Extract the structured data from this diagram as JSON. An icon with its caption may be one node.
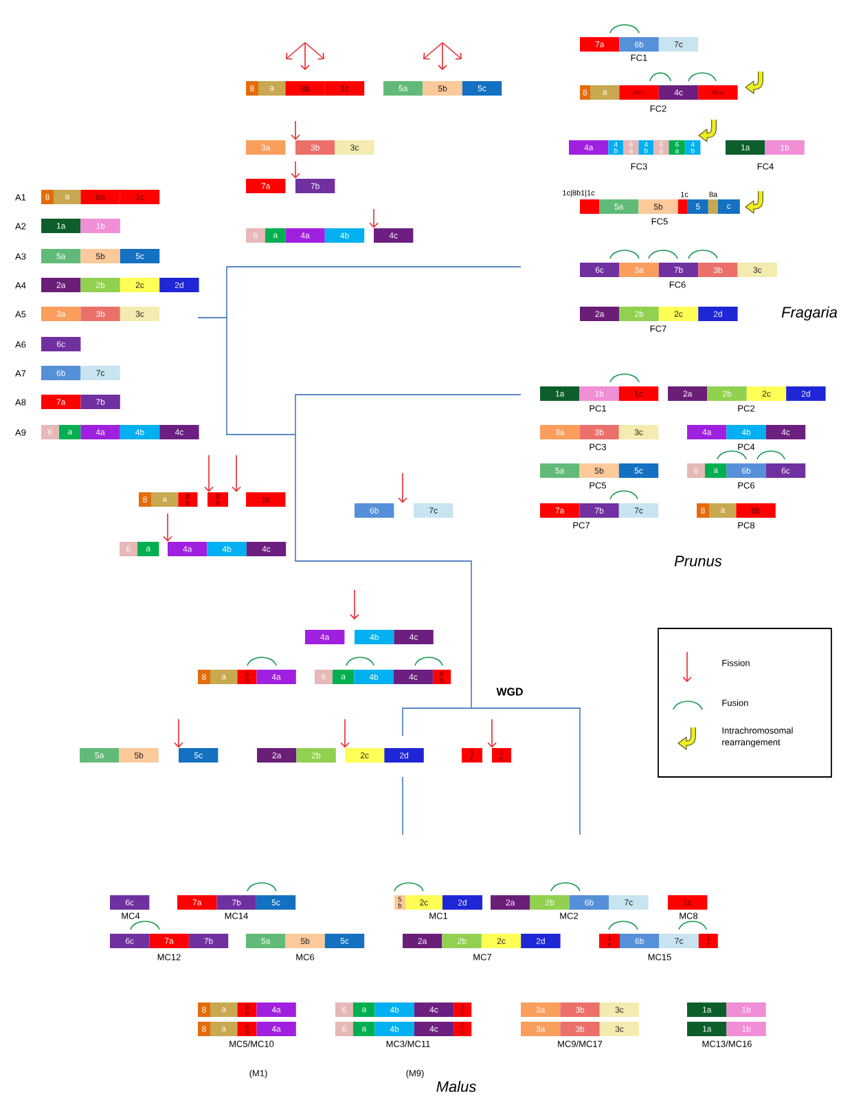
{
  "diagram": {
    "nodes": [
      {
        "text": [
          "8",
          "a",
          "8b",
          "1c"
        ]
      },
      {
        "text": [
          "5a",
          "5b",
          "5c"
        ]
      },
      {
        "text": [
          "3a"
        ]
      },
      {
        "text": [
          "3b",
          "3c"
        ]
      },
      {
        "text": [
          "7a"
        ]
      },
      {
        "text": [
          "7b"
        ]
      },
      {
        "text": [
          "6",
          "a",
          "4a",
          "4b"
        ]
      },
      {
        "text": [
          "4c"
        ]
      },
      {
        "text": [
          "7a",
          "6b",
          "7c"
        ],
        "beside": [
          "FC1"
        ]
      },
      {
        "text": [
          "8",
          "a",
          "8b/1c",
          "4c",
          "8b/1c"
        ],
        "beside": [
          "FC2"
        ]
      },
      {
        "text": [
          "4a",
          "4 b",
          "6 a",
          "4 b",
          "6 a",
          "6 a",
          "4 b"
        ],
        "beside": [
          "FC3"
        ]
      },
      {
        "text": [
          "1a",
          "1b"
        ],
        "beside": [
          "FC4"
        ]
      },
      {
        "text": [
          "1c|8b1|1c",
          "1c",
          "8a",
          "5a",
          "5b",
          "5",
          "c"
        ],
        "beside": [
          "FC5"
        ]
      },
      {
        "text": [
          "6c",
          "3a",
          "7b",
          "3b",
          "3c"
        ],
        "beside": [
          "FC6"
        ]
      },
      {
        "text": [
          "2a",
          "2b",
          "2c",
          "2d"
        ],
        "beside": [
          "FC7"
        ]
      },
      {
        "text": [
          "8",
          "a",
          "8b",
          "1c"
        ],
        "beside": [
          "A1"
        ]
      },
      {
        "text": [
          "1a",
          "1b"
        ],
        "beside": [
          "A2"
        ]
      },
      {
        "text": [
          "5a",
          "5b",
          "5c"
        ],
        "beside": [
          "A3"
        ]
      },
      {
        "text": [
          "2a",
          "2b",
          "2c",
          "2d"
        ],
        "beside": [
          "A4"
        ]
      },
      {
        "text": [
          "3a",
          "3b",
          "3c"
        ],
        "beside": [
          "A5"
        ]
      },
      {
        "text": [
          "6c"
        ],
        "beside": [
          "A6"
        ]
      },
      {
        "text": [
          "6b",
          "7c"
        ],
        "beside": [
          "A7"
        ]
      },
      {
        "text": [
          "7a",
          "7b"
        ],
        "beside": [
          "A8"
        ]
      },
      {
        "text": [
          "6",
          "a",
          "4a",
          "4b",
          "4c"
        ],
        "beside": [
          "A9"
        ]
      },
      {
        "text": [
          "1a",
          "1b",
          "1c"
        ],
        "beside": [
          "PC1"
        ]
      },
      {
        "text": [
          "2a",
          "2b",
          "2c",
          "2d"
        ],
        "beside": [
          "PC2"
        ]
      },
      {
        "text": [
          "3a",
          "3b",
          "3c"
        ],
        "beside": [
          "PC3"
        ]
      },
      {
        "text": [
          "4a",
          "4b",
          "4c"
        ],
        "beside": [
          "PC4"
        ]
      },
      {
        "text": [
          "5a",
          "5b",
          "5c"
        ],
        "beside": [
          "PC5"
        ]
      },
      {
        "text": [
          "6",
          "a",
          "6b",
          "6c"
        ],
        "beside": [
          "PC6"
        ]
      },
      {
        "text": [
          "7a",
          "7b",
          "7c"
        ],
        "beside": [
          "PC7"
        ]
      },
      {
        "text": [
          "8",
          "a",
          "8b"
        ],
        "beside": [
          "PC8"
        ]
      },
      {
        "text": [
          "8",
          "a",
          "8 b"
        ]
      },
      {
        "text": [
          "8 b"
        ]
      },
      {
        "text": [
          "1c"
        ]
      },
      {
        "text": [
          "6b"
        ]
      },
      {
        "text": [
          "7c"
        ]
      },
      {
        "text": [
          "6",
          "a"
        ]
      },
      {
        "text": [
          "4a",
          "4b",
          "4c"
        ]
      },
      {
        "text": [
          "4a"
        ]
      },
      {
        "text": [
          "4b",
          "4c"
        ]
      },
      {
        "text": [
          "8",
          "a",
          "8 b",
          "4a"
        ]
      },
      {
        "text": [
          "6",
          "a",
          "4b",
          "4c",
          "8 b"
        ]
      },
      {
        "text": [
          "5a",
          "5b"
        ]
      },
      {
        "text": [
          "5c"
        ]
      },
      {
        "text": [
          "2a",
          "2b"
        ]
      },
      {
        "text": [
          "2c",
          "2d"
        ]
      },
      {
        "text": [
          "1 c"
        ]
      },
      {
        "text": [
          "1 c"
        ]
      },
      {
        "text": [
          "6c"
        ],
        "beside": [
          "MC4"
        ]
      },
      {
        "text": [
          "7a",
          "7b",
          "5c"
        ],
        "beside": [
          "MC14"
        ]
      },
      {
        "text": [
          "5 b",
          "2c",
          "2d"
        ],
        "beside": [
          "MC1"
        ]
      },
      {
        "text": [
          "2a",
          "2b",
          "6b",
          "7c"
        ],
        "beside": [
          "MC2"
        ]
      },
      {
        "text": [
          "1c"
        ],
        "beside": [
          "MC8"
        ]
      },
      {
        "text": [
          "6c",
          "7a",
          "7b"
        ],
        "beside": [
          "MC12"
        ]
      },
      {
        "text": [
          "5a",
          "5b",
          "5c"
        ],
        "beside": [
          "MC6"
        ]
      },
      {
        "text": [
          "2a",
          "2b",
          "2c",
          "2d"
        ],
        "beside": [
          "MC7"
        ]
      },
      {
        "text": [
          "1 c",
          "6b",
          "7c",
          "1 c"
        ],
        "beside": [
          "MC15"
        ]
      },
      {
        "text": [
          "8",
          "a",
          "8 b",
          "4a"
        ]
      },
      {
        "text": [
          "8",
          "a",
          "8 b",
          "4a"
        ],
        "beside": [
          "MC5/MC10"
        ]
      },
      {
        "text": [
          "6",
          "a",
          "4b",
          "4c",
          "8 b"
        ]
      },
      {
        "text": [
          "6",
          "a",
          "4b",
          "4c",
          "8 b"
        ],
        "beside": [
          "MC3/MC11"
        ]
      },
      {
        "text": [
          "3a",
          "3b",
          "3c"
        ]
      },
      {
        "text": [
          "3a",
          "3b",
          "3c"
        ],
        "beside": [
          "MC9/MC17"
        ]
      },
      {
        "text": [
          "1a",
          "1b"
        ]
      },
      {
        "text": [
          "1a",
          "1b"
        ],
        "beside": [
          "MC13/MC16"
        ]
      }
    ],
    "edges": [
      {
        "from": null,
        "to": 3,
        "arrow": "to"
      },
      {
        "from": 3,
        "to": 5,
        "arrow": "to"
      },
      {
        "from": null,
        "to": 7,
        "arrow": "to"
      },
      {
        "from": null,
        "to": 33,
        "arrow": "to"
      },
      {
        "from": null,
        "to": 33,
        "arrow": "to"
      },
      {
        "from": 32,
        "to": 38,
        "arrow": "to"
      },
      {
        "from": null,
        "to": 35,
        "arrow": "to"
      },
      {
        "from": null,
        "to": 40,
        "arrow": "to"
      },
      {
        "from": null,
        "to": 44,
        "arrow": "to"
      },
      {
        "from": null,
        "to": 46,
        "arrow": "to"
      },
      {
        "from": null,
        "to": 48,
        "arrow": "to"
      }
    ],
    "labels": [
      "Fragaria",
      "Prunus",
      "WGD",
      "(M1)",
      "(M9)",
      "Malus"
    ],
    "legend": [
      {
        "text": "Fission"
      },
      {
        "text": "Fusion"
      },
      {
        "text": "Intrachromosomal rearrangement"
      }
    ]
  }
}
